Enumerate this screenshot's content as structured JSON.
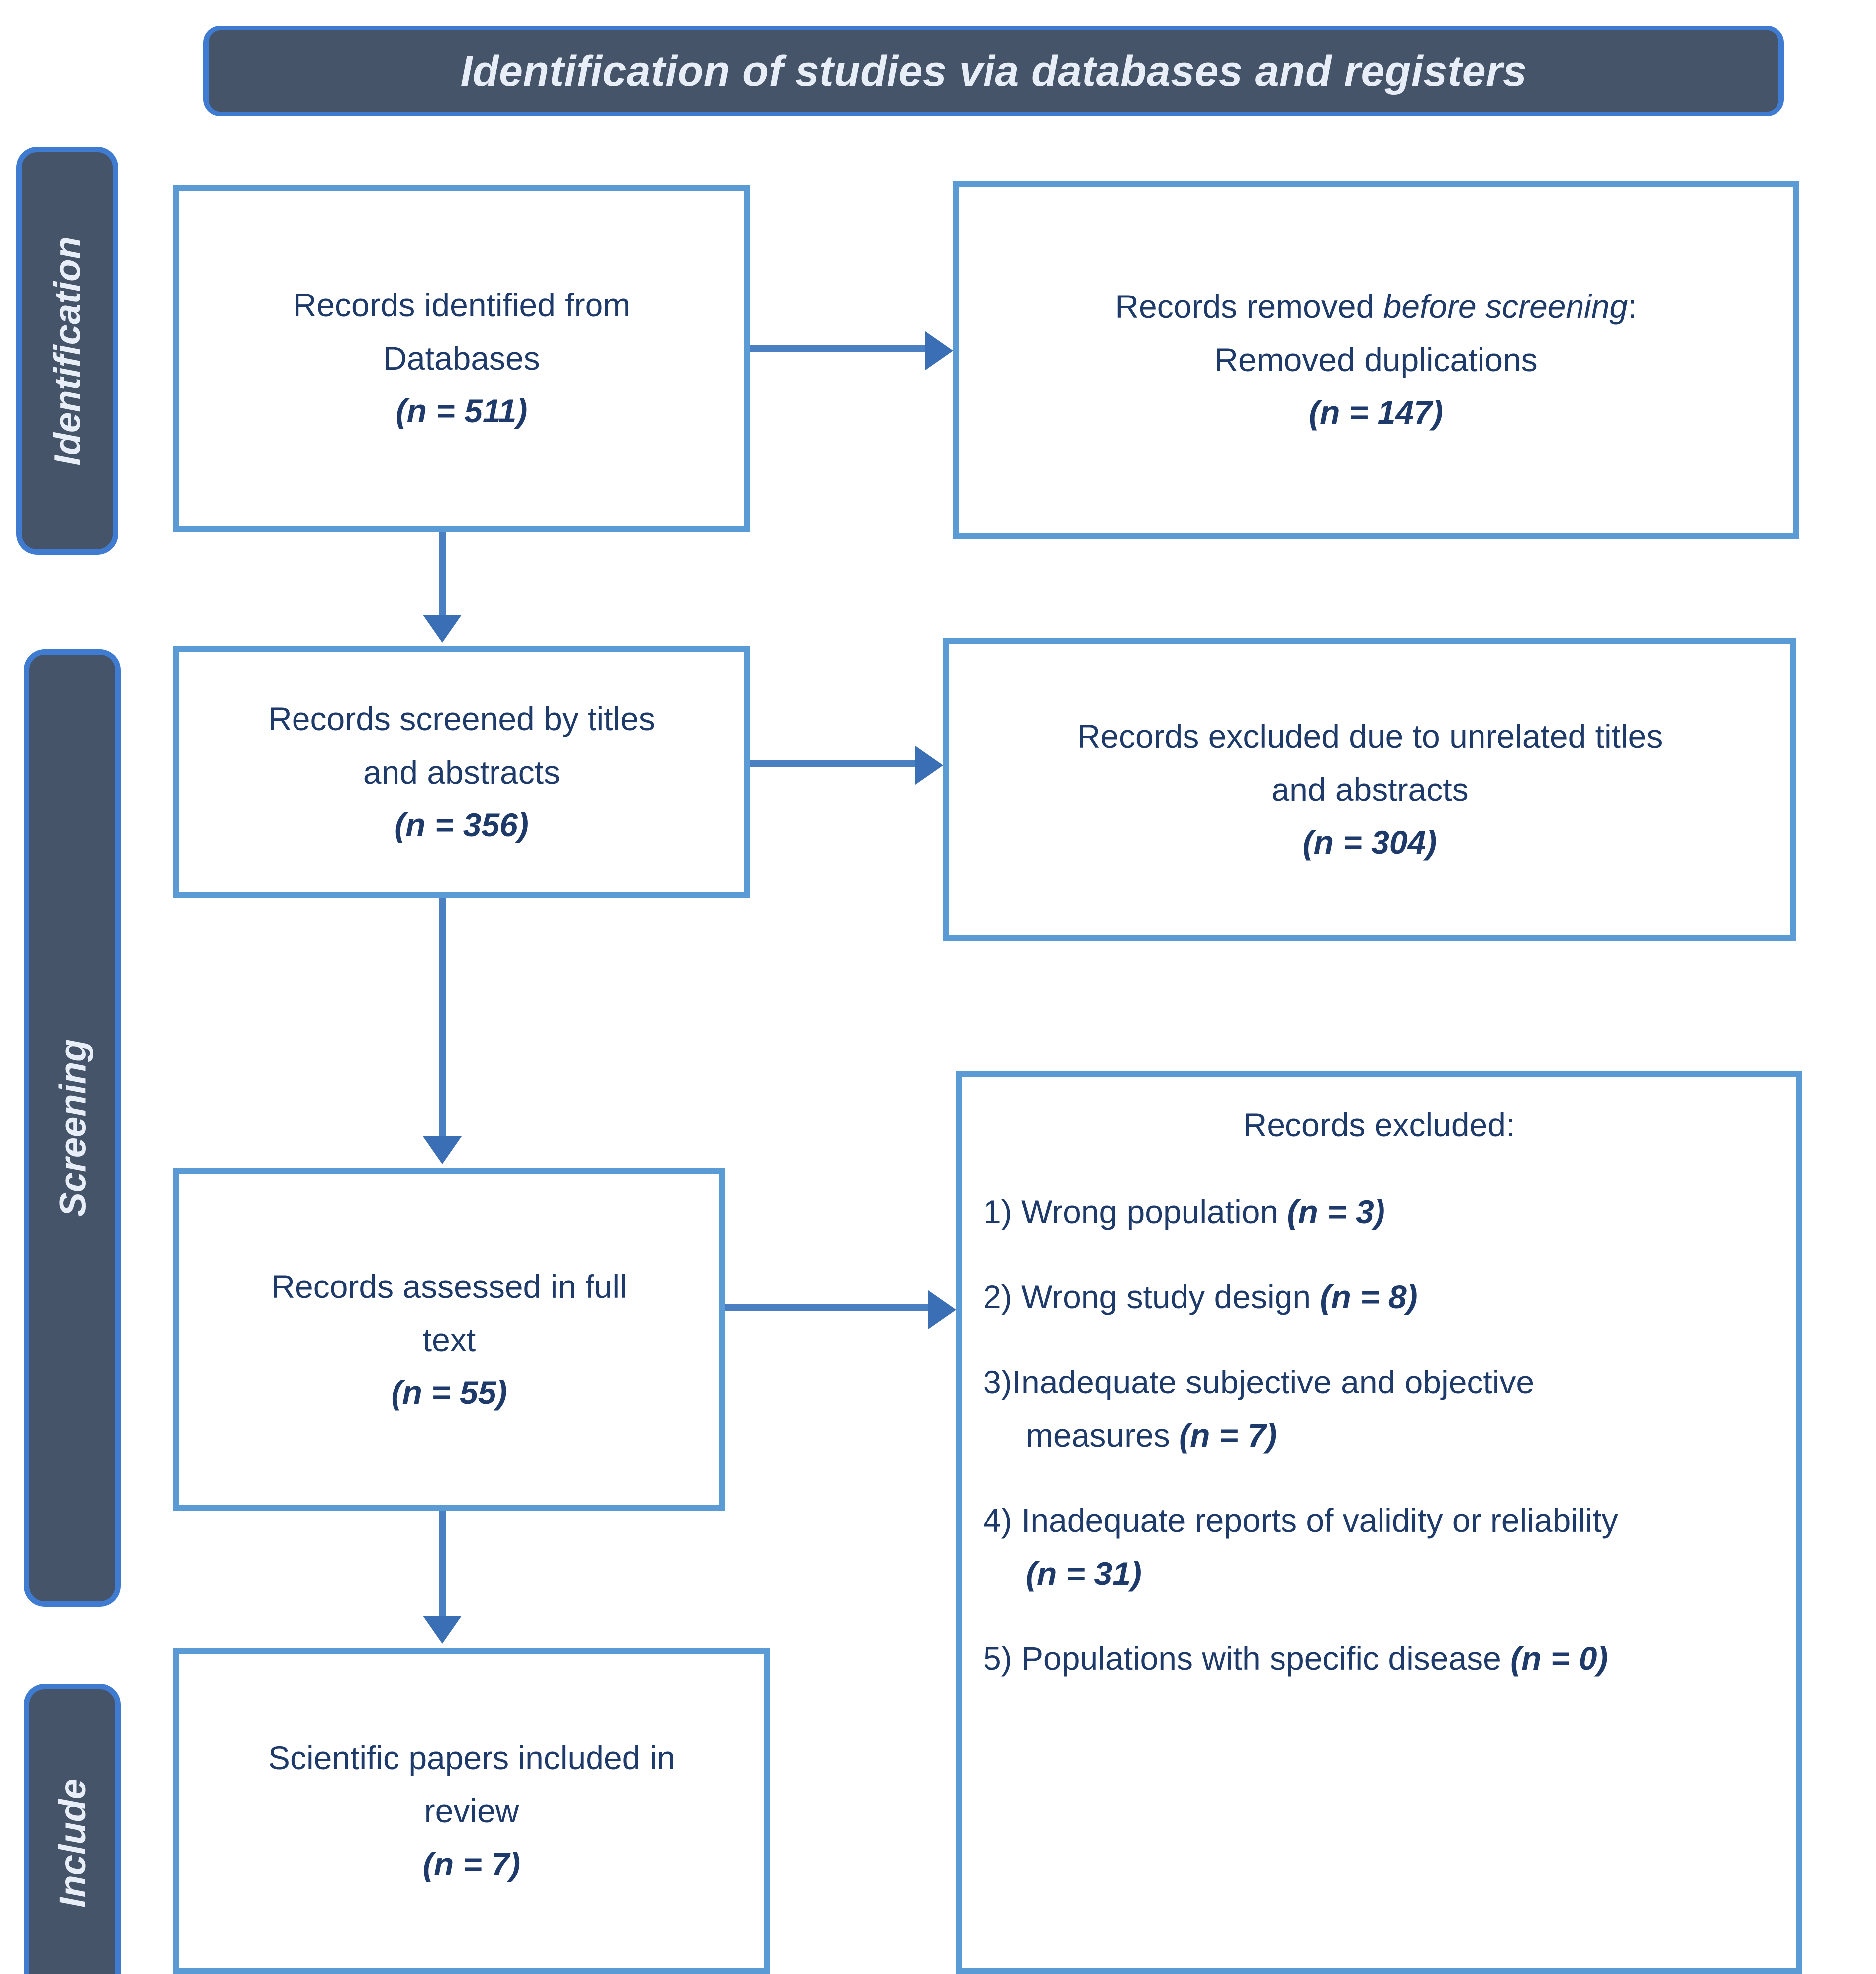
{
  "header": {
    "title": "Identification of studies via databases and registers"
  },
  "stages": [
    {
      "id": "identification",
      "label": "Identification"
    },
    {
      "id": "screening",
      "label": "Screening"
    },
    {
      "id": "include",
      "label": "Include"
    }
  ],
  "boxes": {
    "identified": {
      "line1": "Records identified from",
      "line2": "Databases",
      "count": "(n = 511)"
    },
    "removed": {
      "line1_prefix": "Records removed ",
      "line1_italic": "before screening",
      "line1_suffix": ":",
      "line2": "Removed duplications",
      "count": "(n = 147)"
    },
    "screened": {
      "line1": "Records screened by titles",
      "line2": "and abstracts",
      "count": "(n = 356)"
    },
    "excluded_titles_abstracts": {
      "line1": "Records excluded due to unrelated titles",
      "line2": "and abstracts",
      "count": "(n = 304)"
    },
    "fulltext": {
      "line1": "Records assessed in full",
      "line2": "text",
      "count": "(n = 55)"
    },
    "included": {
      "line1": "Scientific papers included in",
      "line2": "review",
      "count": "(n = 7)"
    }
  },
  "excluded_list": {
    "heading": "Records excluded:",
    "items": [
      {
        "text": "1) Wrong population ",
        "count": "(n = 3)",
        "cont": "",
        "cont_count": ""
      },
      {
        "text": "2) Wrong study design ",
        "count": "(n = 8)",
        "cont": "",
        "cont_count": ""
      },
      {
        "text": "3)Inadequate subjective and objective",
        "count": "",
        "cont": "measures ",
        "cont_count": "(n = 7)"
      },
      {
        "text": "4) Inadequate reports of validity or reliability",
        "count": "",
        "cont": "",
        "cont_count": "(n = 31)"
      },
      {
        "text": "5) Populations with specific disease ",
        "count": "(n = 0)",
        "cont": "",
        "cont_count": ""
      }
    ]
  },
  "colors": {
    "banner_fill": "#455468",
    "banner_border": "#3f7bd0",
    "box_border": "#5b9bd5",
    "text": "#1d3a6b",
    "connector": "#4a7fc1"
  }
}
